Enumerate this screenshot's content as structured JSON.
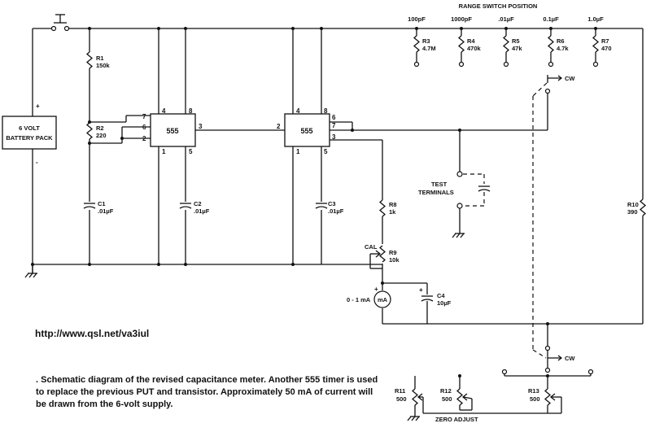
{
  "header": {
    "range_switch": "RANGE SWITCH POSITION"
  },
  "ranges": [
    "100pF",
    "1000pF",
    ".01µF",
    "0.1µF",
    "1.0µF"
  ],
  "components": {
    "r1": [
      "R1",
      "150k"
    ],
    "r2": [
      "R2",
      "220"
    ],
    "c1": [
      "C1",
      ".01µF"
    ],
    "c2": [
      "C2",
      ".01µF"
    ],
    "c3": [
      "C3",
      ".01µF"
    ],
    "r3": [
      "R3",
      "4.7M"
    ],
    "r4": [
      "R4",
      "470k"
    ],
    "r5": [
      "R5",
      "47k"
    ],
    "r6": [
      "R6",
      "4.7k"
    ],
    "r7": [
      "R7",
      "470"
    ],
    "r8": [
      "R8",
      "1k"
    ],
    "r9": [
      "R9",
      "10k"
    ],
    "r10": [
      "R10",
      "390"
    ],
    "c4": [
      "C4",
      "10µF"
    ],
    "r11": [
      "R11",
      "500"
    ],
    "r12": [
      "R12",
      "500"
    ],
    "r13": [
      "R13",
      "500"
    ]
  },
  "battery": [
    "6 VOLT",
    "BATTERY PACK"
  ],
  "chip_label": "555",
  "pins": {
    "p1": "1",
    "p2": "2",
    "p3": "3",
    "p4": "4",
    "p5": "5",
    "p6": "6",
    "p7": "7",
    "p8": "8"
  },
  "signs": {
    "plus": "+",
    "minus": "-"
  },
  "labels": {
    "cw": "CW",
    "cal": "CAL",
    "meter": "mA",
    "meter_range": "0 - 1 mA",
    "test": "TEST",
    "terminals": "TERMINALS",
    "zero_adjust": "ZERO ADJUST"
  },
  "url": "http://www.qsl.net/va3iul",
  "caption": ". Schematic diagram of the revised capacitance meter. Another 555 timer is used to replace the previous PUT and transistor. Approximately 50 mA of current will be drawn from the 6-volt supply."
}
